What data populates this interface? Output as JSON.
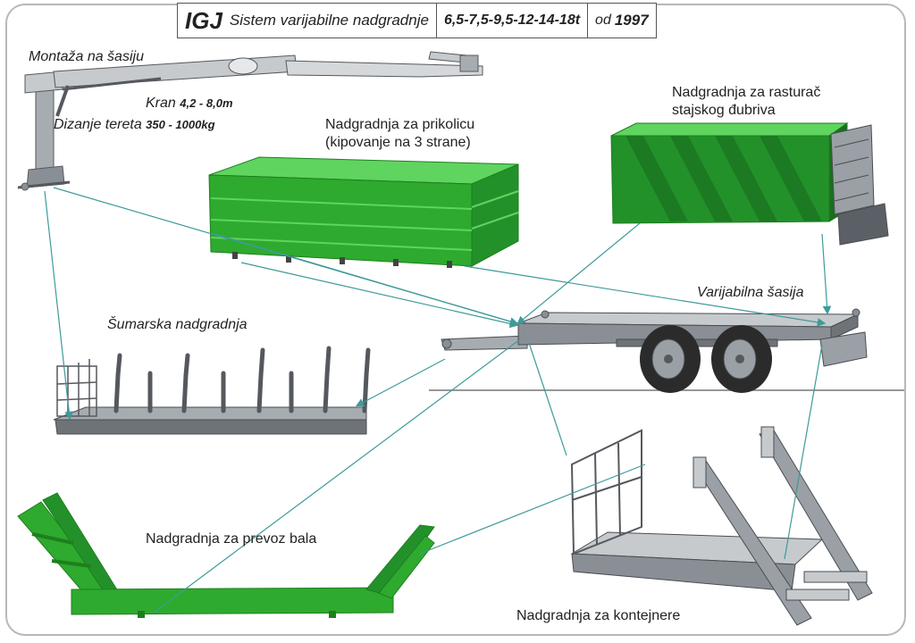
{
  "header": {
    "brand": "IGJ",
    "subtitle": "Sistem varijabilne nadgradnje",
    "capacities": "6,5-7,5-9,5-12-14-18t",
    "since_word": "od",
    "since_year": "1997"
  },
  "labels": {
    "crane_mount": "Montaža na šasiju",
    "crane_word": "Kran",
    "crane_range": "4,2 - 8,0m",
    "lift_word": "Dizanje tereta",
    "lift_range": "350 - 1000kg",
    "trailer_line1": "Nadgradnja za prikolicu",
    "trailer_line2": "(kipovanje na 3 strane)",
    "spreader_line1": "Nadgradnja za rasturač",
    "spreader_line2": "stajskog đubriva",
    "chassis": "Varijabilna šasija",
    "forestry": "Šumarska nadgradnja",
    "bales": "Nadgradnja za prevoz bala",
    "containers": "Nadgradnja za kontejnere"
  },
  "colors": {
    "green": "#2eaa2e",
    "green_dark": "#1e7f1e",
    "green_light": "#5fd45f",
    "steel": "#8a8f95",
    "steel_dark": "#55595e",
    "connector": "#3f9a9a"
  }
}
